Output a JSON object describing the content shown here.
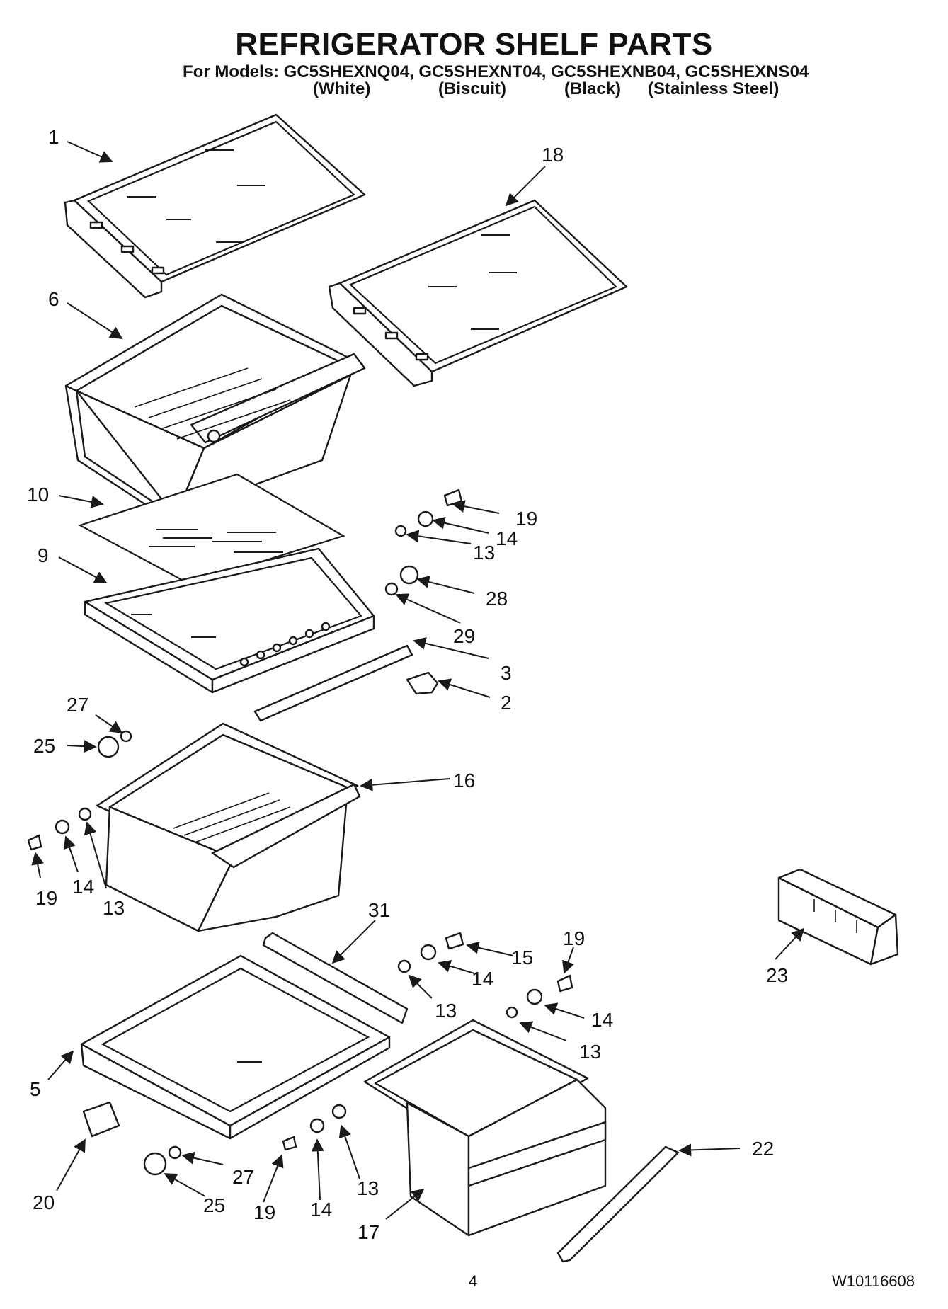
{
  "header": {
    "title": "REFRIGERATOR SHELF PARTS",
    "models_line": "For Models: GC5SHEXNQ04, GC5SHEXNT04, GC5SHEXNB04, GC5SHEXNS04",
    "variants": [
      "(White)",
      "(Biscuit)",
      "(Black)",
      "(Stainless Steel)"
    ]
  },
  "callouts": {
    "c1": "1",
    "c18": "18",
    "c6": "6",
    "c10": "10",
    "c9": "9",
    "c19a": "19",
    "c14a": "14",
    "c13a": "13",
    "c28": "28",
    "c29": "29",
    "c3": "3",
    "c2": "2",
    "c27a": "27",
    "c25a": "25",
    "c16": "16",
    "c19b": "19",
    "c14b": "14",
    "c13b": "13",
    "c31": "31",
    "c23": "23",
    "c15": "15",
    "c14c": "14",
    "c13c": "13",
    "c19c": "19",
    "c14d": "14",
    "c13d": "13",
    "c5": "5",
    "c22": "22",
    "c20": "20",
    "c27b": "27",
    "c25b": "25",
    "c19d": "19",
    "c14e": "14",
    "c13e": "13",
    "c17": "17"
  },
  "footer": {
    "page_number": "4",
    "document_number": "W10116608"
  }
}
